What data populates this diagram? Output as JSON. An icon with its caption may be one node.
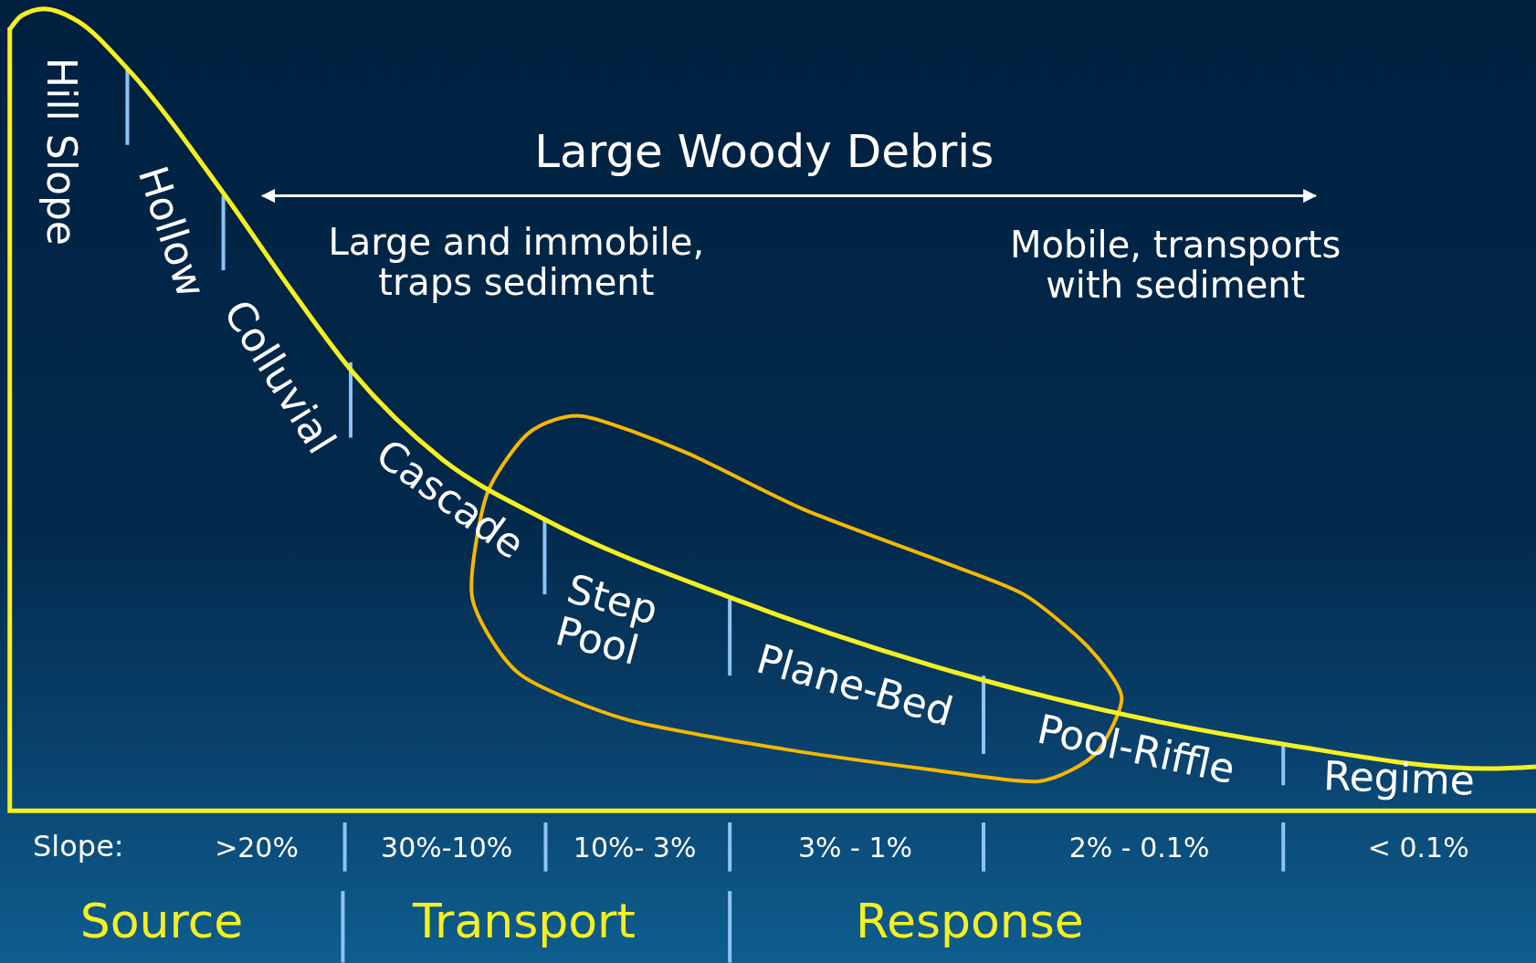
{
  "diagram": {
    "title": "Large Woody Debris",
    "labels": [
      "Hill Slope",
      "Hollow",
      "Large and immobile, traps sediment",
      "Mobile, transports with sediment",
      "Colluvial",
      "Cascade",
      "Step Pool",
      "Plane-Bed",
      "Pool-Riffle",
      "Regime",
      "Slope:",
      ">20%",
      "30%-10%",
      "10%- 3%",
      "3% - 1%",
      "2% - 0.1%",
      "< 0.1%",
      "Source",
      "Transport",
      "Response"
    ]
  }
}
